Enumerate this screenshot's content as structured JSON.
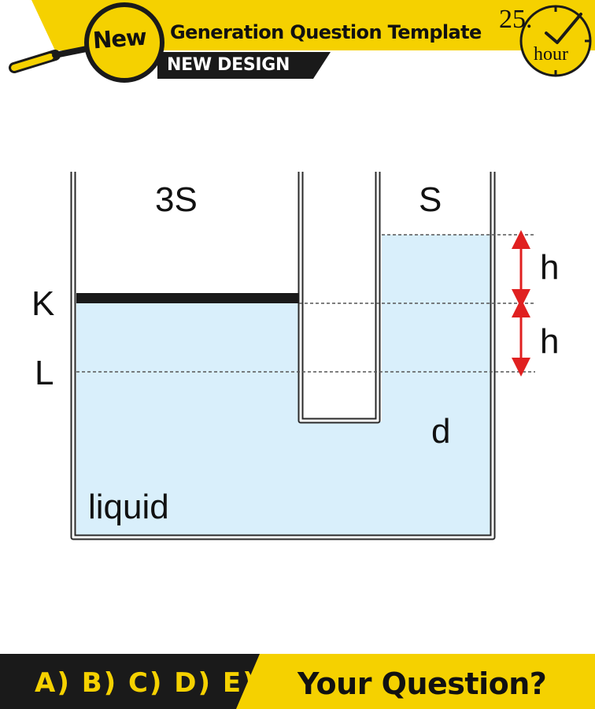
{
  "header": {
    "badge_text": "New",
    "title": "Generation Question Template",
    "subtitle": "NEW DESIGN",
    "clock_number": "25.",
    "clock_unit": "hour"
  },
  "diagram": {
    "left_area_label": "3S",
    "right_area_label": "S",
    "level_k_label": "K",
    "level_l_label": "L",
    "upper_gap_label": "h",
    "lower_gap_label": "h",
    "density_label": "d",
    "liquid_label": "liquid"
  },
  "footer": {
    "answers": "A) B) C) D) E)",
    "question": "Your Question?"
  },
  "colors": {
    "accent_yellow": "#f5d100",
    "liquid_blue": "#d9effb",
    "arrow_red": "#e02020",
    "dark": "#1a1a1a"
  }
}
